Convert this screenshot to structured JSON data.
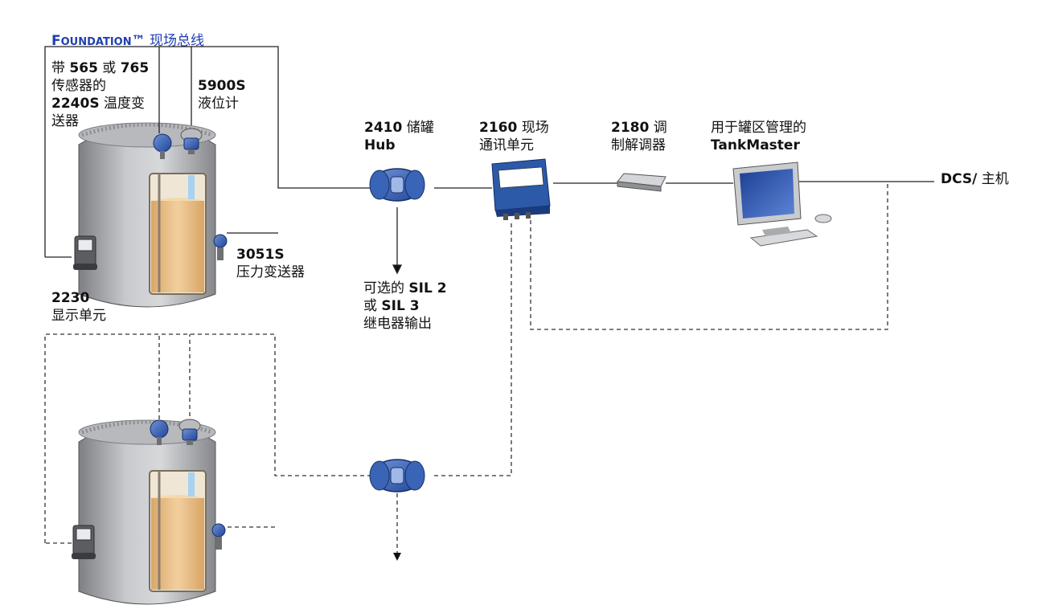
{
  "fieldbus": {
    "prefix": "F",
    "name": "OUNDATION",
    "tm": "™",
    "suffix": " 现场总线"
  },
  "labels": {
    "temp_line1_a": "带 ",
    "temp_line1_b": "565",
    "temp_line1_c": " 或 ",
    "temp_line1_d": "765",
    "temp_line2": "传感器的",
    "temp_line3_a": "2240S",
    "temp_line3_b": " 温度变",
    "temp_line4": "送器",
    "level_model": "5900S",
    "level_desc": "液位计",
    "pressure_model": "3051S",
    "pressure_desc": "压力变送器",
    "display_model": "2230",
    "display_desc": "显示单元",
    "hub_model": "2410",
    "hub_desc": " 储罐",
    "hub_line2": "Hub",
    "relay_line1_a": "可选的 ",
    "relay_line1_b": "SIL 2",
    "relay_line2_a": "或 ",
    "relay_line2_b": "SIL 3",
    "relay_line3": "继电器输出",
    "fcu_model": "2160",
    "fcu_desc": " 现场",
    "fcu_line2": "通讯单元",
    "modem_model": "2180",
    "modem_desc": " 调",
    "modem_line2": "制解调器",
    "tm_line1": "用于罐区管理的",
    "tm_line2": "TankMaster",
    "dcs_a": "DCS/",
    "dcs_b": " 主机"
  },
  "colors": {
    "device_blue": "#2c5aa8",
    "product_fill": "#e7bf8a",
    "fieldbus_text": "#1f3fb0"
  }
}
